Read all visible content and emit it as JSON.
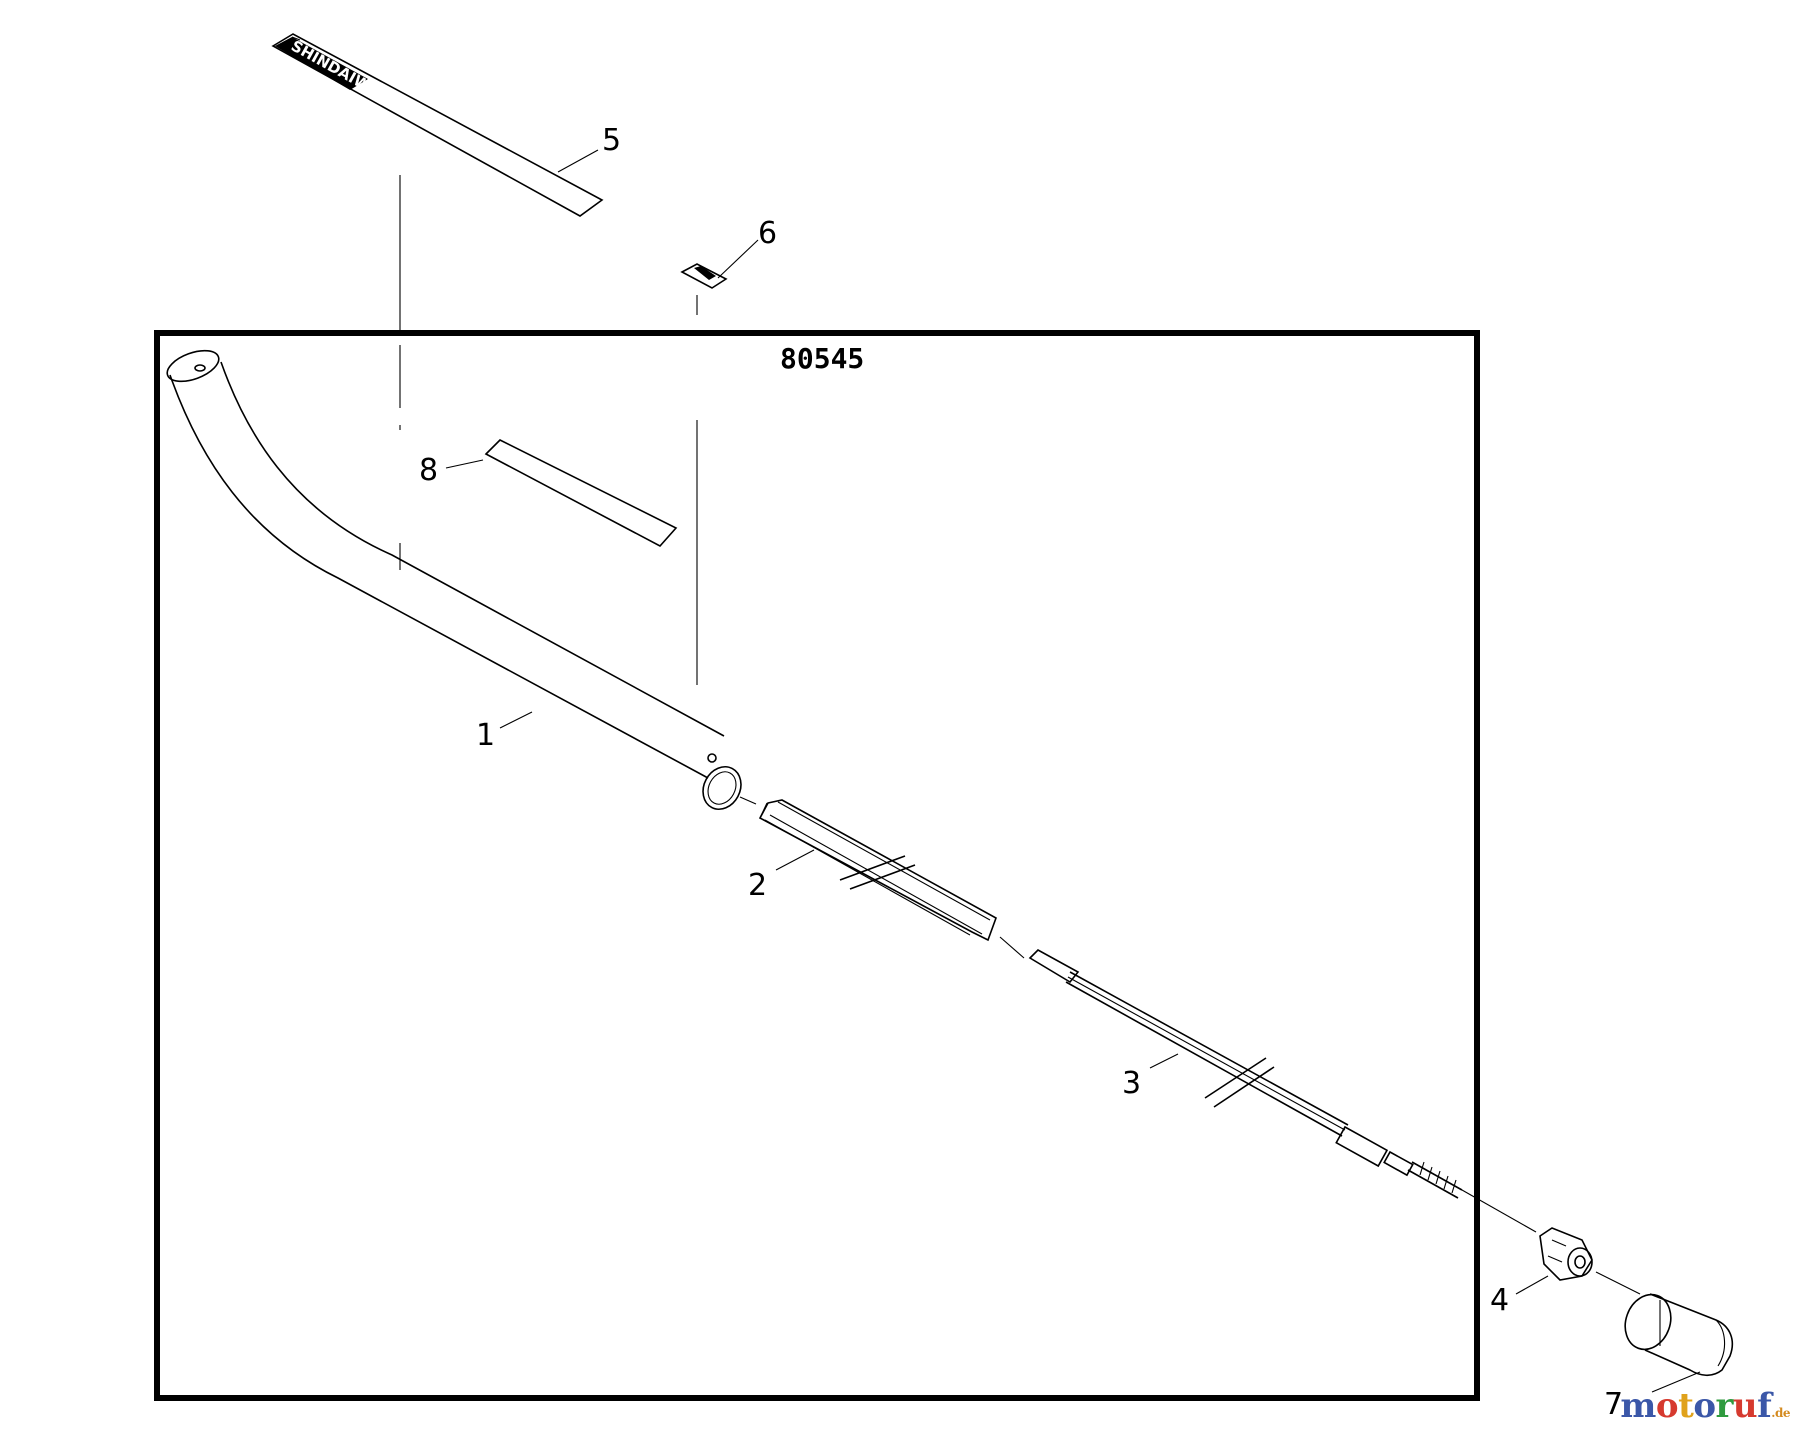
{
  "kit_number": "80545",
  "callouts": [
    {
      "id": 1,
      "label": "1"
    },
    {
      "id": 2,
      "label": "2"
    },
    {
      "id": 3,
      "label": "3"
    },
    {
      "id": 4,
      "label": "4"
    },
    {
      "id": 5,
      "label": "5"
    },
    {
      "id": 6,
      "label": "6"
    },
    {
      "id": 7,
      "label": "7"
    },
    {
      "id": 8,
      "label": "8"
    }
  ],
  "decal_text": "SHINDAIWA",
  "watermark": {
    "letters": [
      "m",
      "o",
      "t",
      "o",
      "r",
      "u",
      "f"
    ],
    "colors": [
      "#3b57a8",
      "#d63a2f",
      "#e0a21b",
      "#3b57a8",
      "#2f9b3f",
      "#d63a2f",
      "#3b57a8"
    ],
    "tld": ".de"
  }
}
